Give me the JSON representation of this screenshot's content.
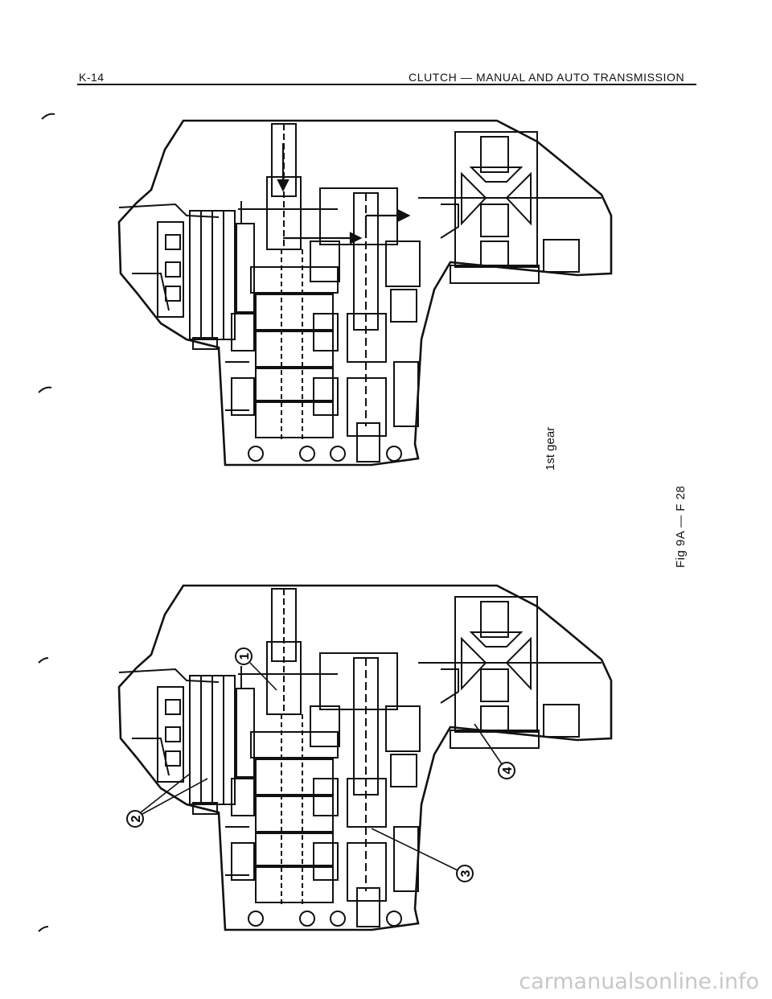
{
  "header": {
    "page_code": "K-14",
    "section_title": "CLUTCH — MANUAL AND AUTO TRANSMISSION"
  },
  "diagram_top": {
    "caption": "1st gear"
  },
  "diagram_bottom": {
    "callouts": [
      "1",
      "2",
      "3",
      "4"
    ]
  },
  "figure_label": "Fig 9A — F 28",
  "watermark": "carmanualsonline.info"
}
